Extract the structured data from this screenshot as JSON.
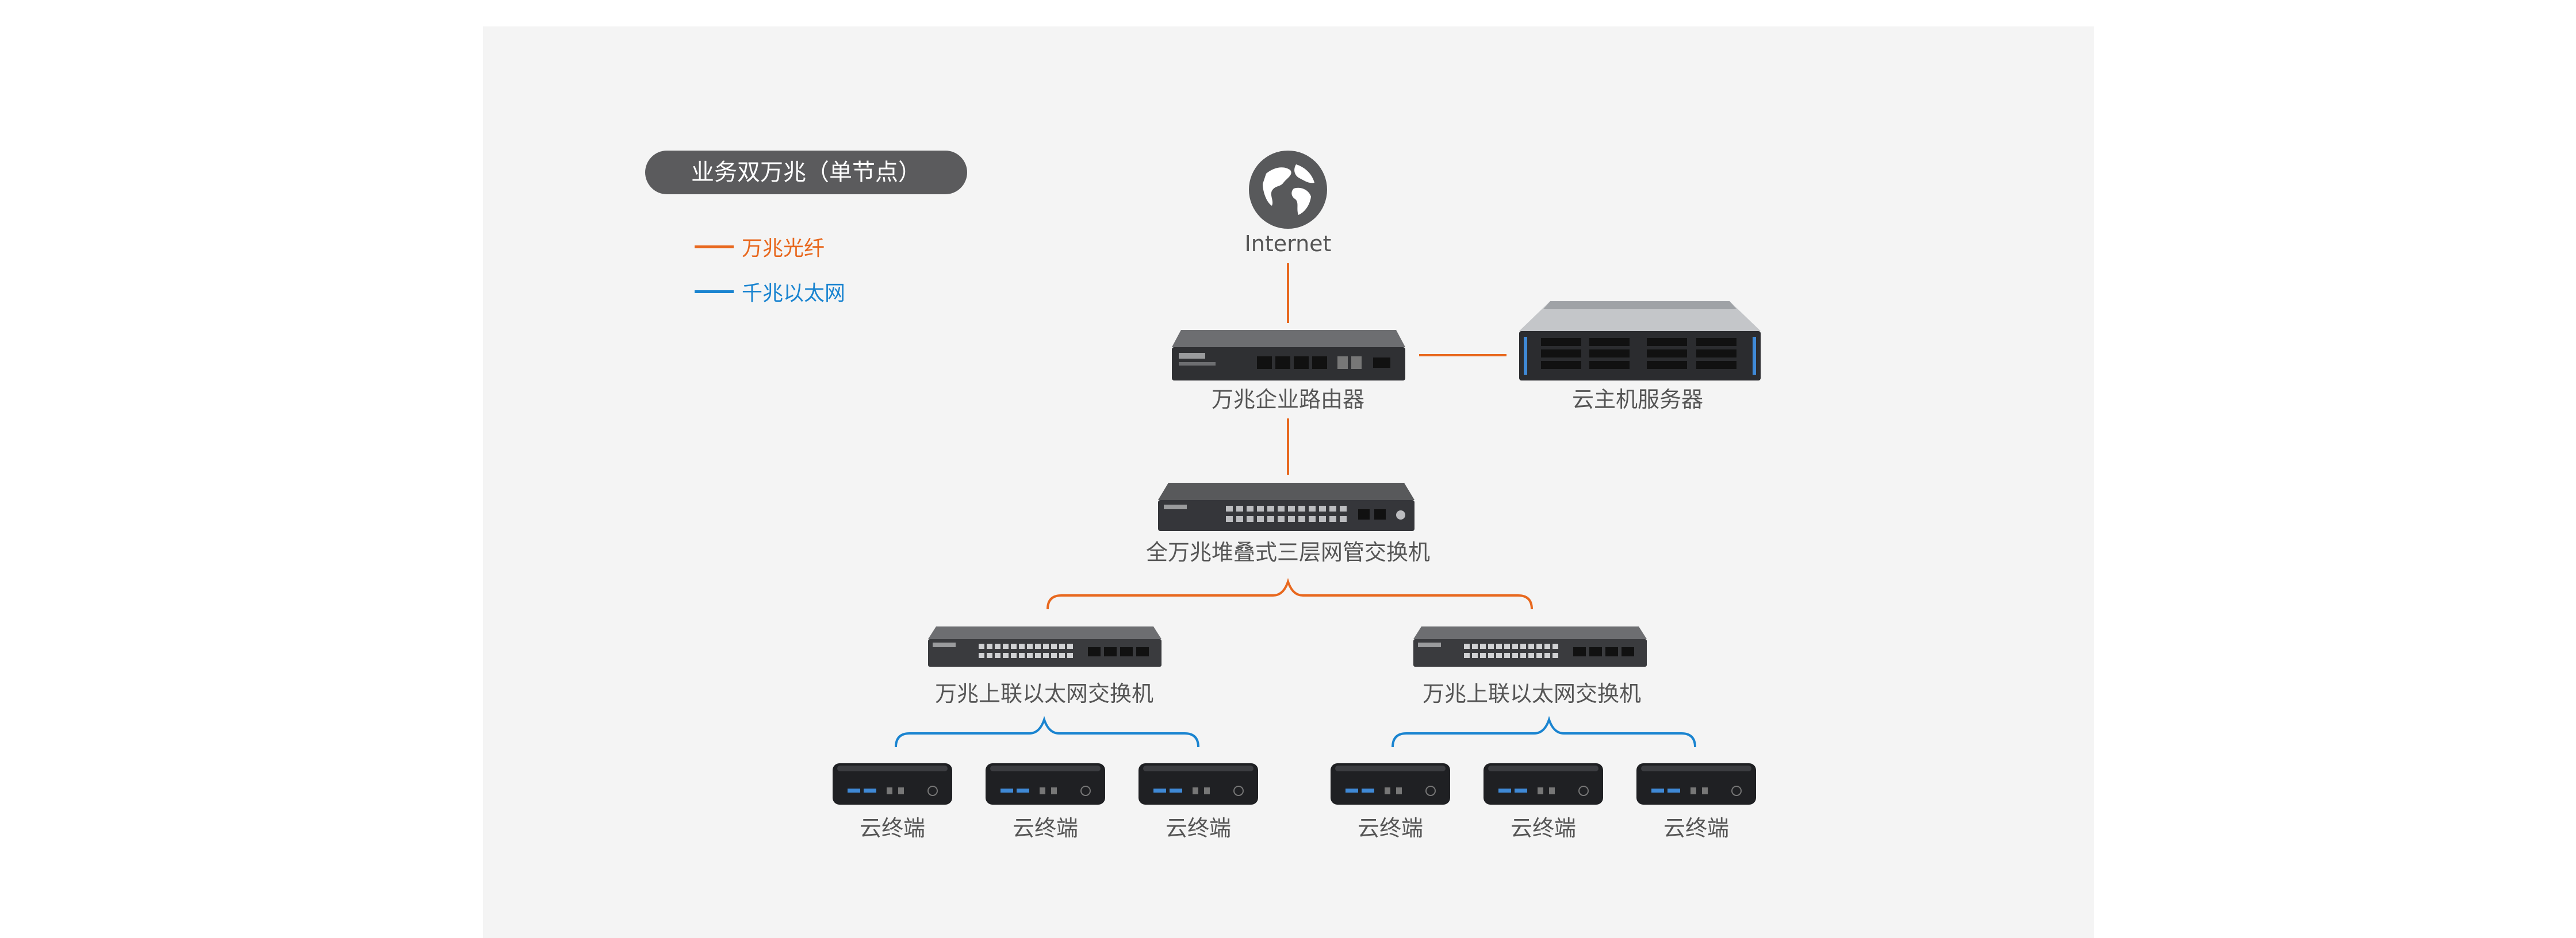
{
  "title": "业务双万兆（单节点）",
  "legend": [
    {
      "label": "万兆光纤",
      "color": "#e8681e"
    },
    {
      "label": "千兆以太网",
      "color": "#1a84d0"
    }
  ],
  "colors": {
    "fiber": "#e8681e",
    "ethernet": "#1a84d0",
    "panel": "#f4f4f4",
    "pill": "#5b5b5d"
  },
  "nodes": {
    "internet": {
      "label": "Internet",
      "icon": "globe-icon"
    },
    "router": {
      "label": "万兆企业路由器",
      "icon": "router-icon"
    },
    "server": {
      "label": "云主机服务器",
      "icon": "server-icon"
    },
    "core_switch": {
      "label": "全万兆堆叠式三层网管交换机",
      "icon": "switch-icon"
    },
    "access_switches": [
      {
        "label": "万兆上联以太网交换机",
        "icon": "switch-icon"
      },
      {
        "label": "万兆上联以太网交换机",
        "icon": "switch-icon"
      }
    ],
    "terminals": [
      {
        "label": "云终端",
        "icon": "terminal-icon"
      },
      {
        "label": "云终端",
        "icon": "terminal-icon"
      },
      {
        "label": "云终端",
        "icon": "terminal-icon"
      },
      {
        "label": "云终端",
        "icon": "terminal-icon"
      },
      {
        "label": "云终端",
        "icon": "terminal-icon"
      },
      {
        "label": "云终端",
        "icon": "terminal-icon"
      }
    ]
  }
}
